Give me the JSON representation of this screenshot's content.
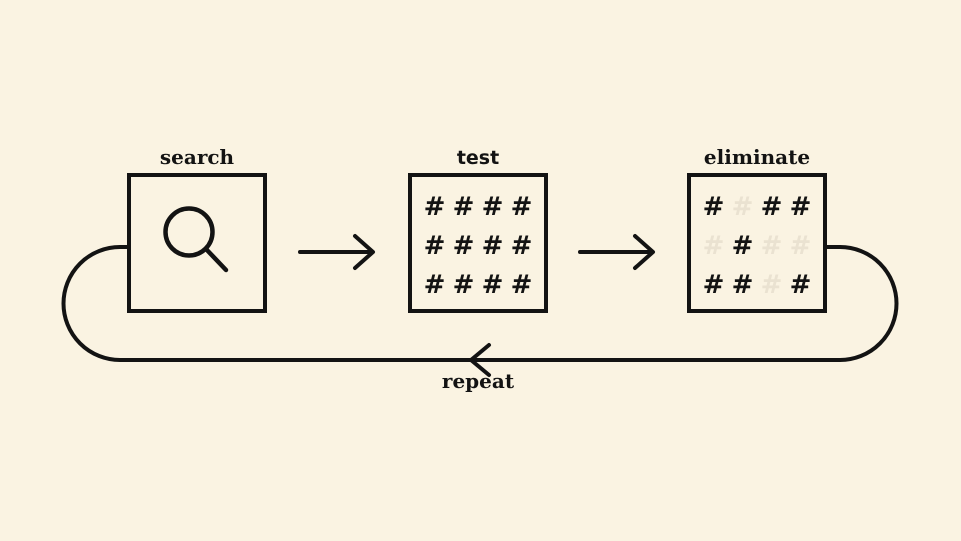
{
  "colors": {
    "background": "#faf3e2",
    "ink": "#131313",
    "faded_hash": "#eae2d1"
  },
  "hash_symbol": "#",
  "nodes": [
    {
      "id": "search",
      "label": "search",
      "icon": "magnifier-icon"
    },
    {
      "id": "test",
      "label": "test",
      "grid": [
        [
          1,
          1,
          1,
          1
        ],
        [
          1,
          1,
          1,
          1
        ],
        [
          1,
          1,
          1,
          1
        ]
      ]
    },
    {
      "id": "eliminate",
      "label": "eliminate",
      "grid": [
        [
          1,
          0,
          1,
          1
        ],
        [
          0,
          1,
          0,
          0
        ],
        [
          1,
          1,
          0,
          1
        ]
      ]
    }
  ],
  "loop": {
    "label": "repeat"
  }
}
